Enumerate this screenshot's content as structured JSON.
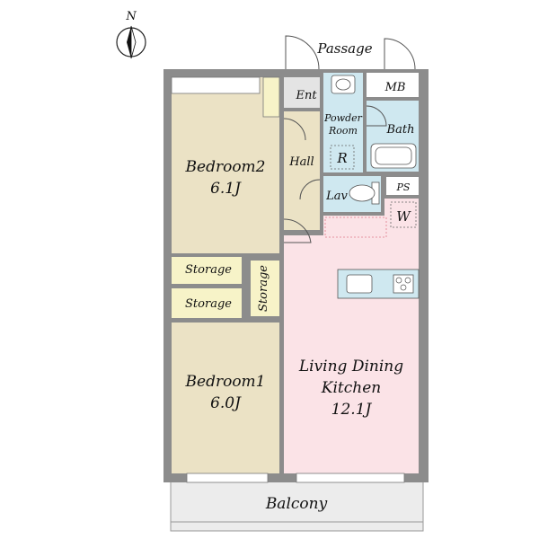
{
  "compass": {
    "label": "N"
  },
  "rooms": {
    "passage": {
      "label": "Passage"
    },
    "entrance": {
      "label": "Ent"
    },
    "mb": {
      "label": "MB"
    },
    "powder_room": {
      "line1": "Powder",
      "line2": "Room"
    },
    "refrigerator": {
      "label": "R"
    },
    "bath": {
      "label": "Bath"
    },
    "hall": {
      "label": "Hall"
    },
    "lavatory": {
      "label": "Lav"
    },
    "ps": {
      "label": "PS"
    },
    "washer": {
      "label": "W"
    },
    "bedroom2": {
      "line1": "Bedroom2",
      "line2": "6.1J"
    },
    "storage_upper": {
      "label": "Storage"
    },
    "storage_lower": {
      "label": "Storage"
    },
    "storage_hall": {
      "label": "Storage"
    },
    "bedroom1": {
      "line1": "Bedroom1",
      "line2": "6.0J"
    },
    "ldk": {
      "line1": "Living Dining",
      "line2": "Kitchen",
      "line3": "12.1J"
    },
    "balcony": {
      "label": "Balcony"
    }
  },
  "colors": {
    "bedroom": "#ebe2c5",
    "ldk": "#fbe3e7",
    "wet": "#cfe8f0",
    "storage": "#f7f3c8",
    "balcony": "#ececec",
    "wall": "#8c8c8c"
  }
}
